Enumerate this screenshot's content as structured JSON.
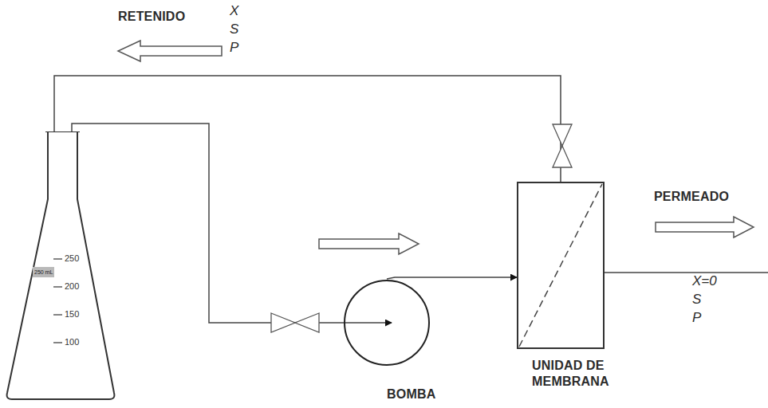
{
  "diagram": {
    "nodes": [
      {
        "text": [
          "250 mL",
          "250",
          "200",
          "150",
          "100"
        ]
      },
      {
        "text": [
          "BOMBA"
        ]
      },
      {
        "text": [
          "UNIDAD DE MEMBRANA"
        ]
      }
    ],
    "edges": [
      {
        "from": 0,
        "to": 1,
        "arrow": "to"
      },
      {
        "from": 1,
        "to": 2,
        "arrow": "to"
      },
      {
        "from": 2,
        "to": 0,
        "arrow": "none"
      }
    ],
    "labels": [
      "RETENIDO",
      "X",
      "S",
      "P",
      "PERMEADO",
      "X=0",
      "S",
      "P"
    ]
  }
}
